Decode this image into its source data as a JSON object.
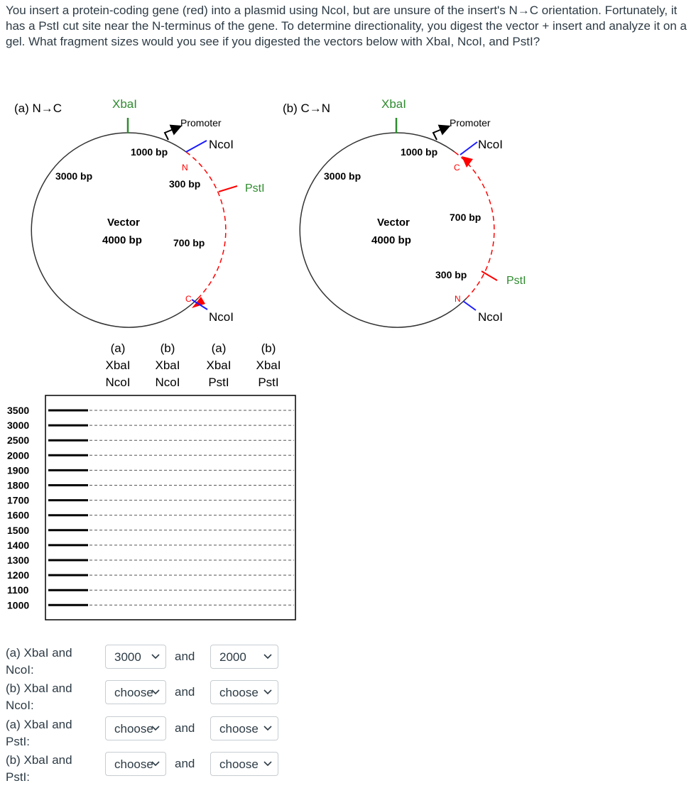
{
  "question": "You insert a protein-coding gene (red) into a plasmid using NcoI, but are unsure of the insert's N→C orientation. Fortunately, it has a PstI cut site near the N-terminus of the gene. To determine directionality, you digest the vector + insert and analyze it on a gel. What fragment sizes would you see if you digested the vectors below with XbaI, NcoI, and PstI?",
  "plasmid_a": {
    "title": "(a) N→C",
    "xbai": "XbaI",
    "promoter": "Promoter",
    "ncoi_top": "NcoI",
    "ncoi_bottom": "NcoI",
    "psti": "PstI",
    "n_label": "N",
    "c_label": "C",
    "seg_1000": "1000 bp",
    "seg_3000": "3000 bp",
    "seg_300": "300 bp",
    "seg_700": "700 bp",
    "vector": "Vector",
    "vector_size": "4000 bp"
  },
  "plasmid_b": {
    "title": "(b) C→N",
    "xbai": "XbaI",
    "promoter": "Promoter",
    "ncoi_top": "NcoI",
    "ncoi_bottom": "NcoI",
    "psti": "PstI",
    "n_label": "N",
    "c_label": "C",
    "seg_1000": "1000 bp",
    "seg_3000": "3000 bp",
    "seg_700": "700 bp",
    "seg_300": "300 bp",
    "vector": "Vector",
    "vector_size": "4000 bp"
  },
  "lanes": [
    {
      "line1": "(a)",
      "line2": "XbaI",
      "line3": "NcoI"
    },
    {
      "line1": "(b)",
      "line2": "XbaI",
      "line3": "NcoI"
    },
    {
      "line1": "(a)",
      "line2": "XbaI",
      "line3": "PstI"
    },
    {
      "line1": "(b)",
      "line2": "XbaI",
      "line3": "PstI"
    }
  ],
  "ladder": [
    "3500",
    "3000",
    "2500",
    "2000",
    "1900",
    "1800",
    "1700",
    "1600",
    "1500",
    "1400",
    "1300",
    "1200",
    "1100",
    "1000"
  ],
  "rows": [
    {
      "label_l1": "(a) XbaI and",
      "label_l2": "NcoI:",
      "sel1": "3000",
      "sel2": "2000",
      "and": "and"
    },
    {
      "label_l1": "(b) XbaI and",
      "label_l2": "NcoI:",
      "sel1": "choose",
      "sel2": "choose",
      "and": "and"
    },
    {
      "label_l1": "(a) XbaI and",
      "label_l2": "PstI:",
      "sel1": "choose",
      "sel2": "choose",
      "and": "and"
    },
    {
      "label_l1": "(b) XbaI and",
      "label_l2": "PstI:",
      "sel1": "choose",
      "sel2": "choose",
      "and": "and"
    }
  ],
  "colors": {
    "xbai": "#2e8b2e",
    "ncoi": "#1a1aff",
    "insert": "#ff0000",
    "text": "#2d3b45"
  }
}
